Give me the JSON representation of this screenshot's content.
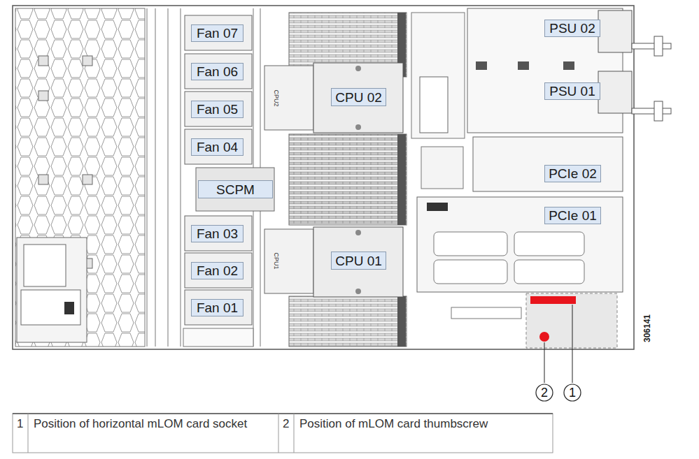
{
  "diagram": {
    "nodes": [
      {
        "text": [
          "Fan 07"
        ]
      },
      {
        "text": [
          "Fan 06"
        ]
      },
      {
        "text": [
          "Fan 05"
        ]
      },
      {
        "text": [
          "Fan 04"
        ]
      },
      {
        "text": [
          "SCPM"
        ]
      },
      {
        "text": [
          "Fan 03"
        ]
      },
      {
        "text": [
          "Fan 02"
        ]
      },
      {
        "text": [
          "Fan 01"
        ]
      },
      {
        "text": [
          "CPU 02"
        ]
      },
      {
        "text": [
          "CPU 01"
        ]
      },
      {
        "text": [
          "PSU 02"
        ]
      },
      {
        "text": [
          "PSU 01"
        ]
      },
      {
        "text": [
          "PCIe 02"
        ]
      },
      {
        "text": [
          "PCIe 01"
        ]
      }
    ],
    "labels": [
      "CPU2",
      "CPU1",
      "306141",
      "2",
      "1",
      "1",
      "Position of horizontal mLOM card socket",
      "2",
      "Position of mLOM card thumbscrew"
    ]
  }
}
